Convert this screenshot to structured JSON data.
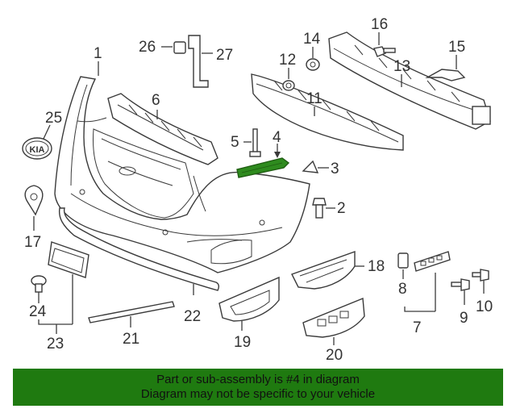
{
  "callouts": [
    {
      "id": "c1",
      "text": "1"
    },
    {
      "id": "c2",
      "text": "2"
    },
    {
      "id": "c3",
      "text": "3"
    },
    {
      "id": "c4",
      "text": "4"
    },
    {
      "id": "c5",
      "text": "5"
    },
    {
      "id": "c6",
      "text": "6"
    },
    {
      "id": "c7",
      "text": "7"
    },
    {
      "id": "c8",
      "text": "8"
    },
    {
      "id": "c9",
      "text": "9"
    },
    {
      "id": "c10",
      "text": "10"
    },
    {
      "id": "c11",
      "text": "11"
    },
    {
      "id": "c12",
      "text": "12"
    },
    {
      "id": "c13",
      "text": "13"
    },
    {
      "id": "c14",
      "text": "14"
    },
    {
      "id": "c15",
      "text": "15"
    },
    {
      "id": "c16",
      "text": "16"
    },
    {
      "id": "c17",
      "text": "17"
    },
    {
      "id": "c18",
      "text": "18"
    },
    {
      "id": "c19",
      "text": "19"
    },
    {
      "id": "c20",
      "text": "20"
    },
    {
      "id": "c21",
      "text": "21"
    },
    {
      "id": "c22",
      "text": "22"
    },
    {
      "id": "c23",
      "text": "23"
    },
    {
      "id": "c24",
      "text": "24"
    },
    {
      "id": "c25",
      "text": "25"
    },
    {
      "id": "c26",
      "text": "26"
    },
    {
      "id": "c27",
      "text": "27"
    }
  ],
  "emblem_text": "KIA",
  "highlight_color": "#2e8b1e",
  "banner": {
    "line1": "Part or sub-assembly is #4 in diagram",
    "line2": "Diagram may not be specific to your vehicle",
    "background": "#1f7a10"
  }
}
